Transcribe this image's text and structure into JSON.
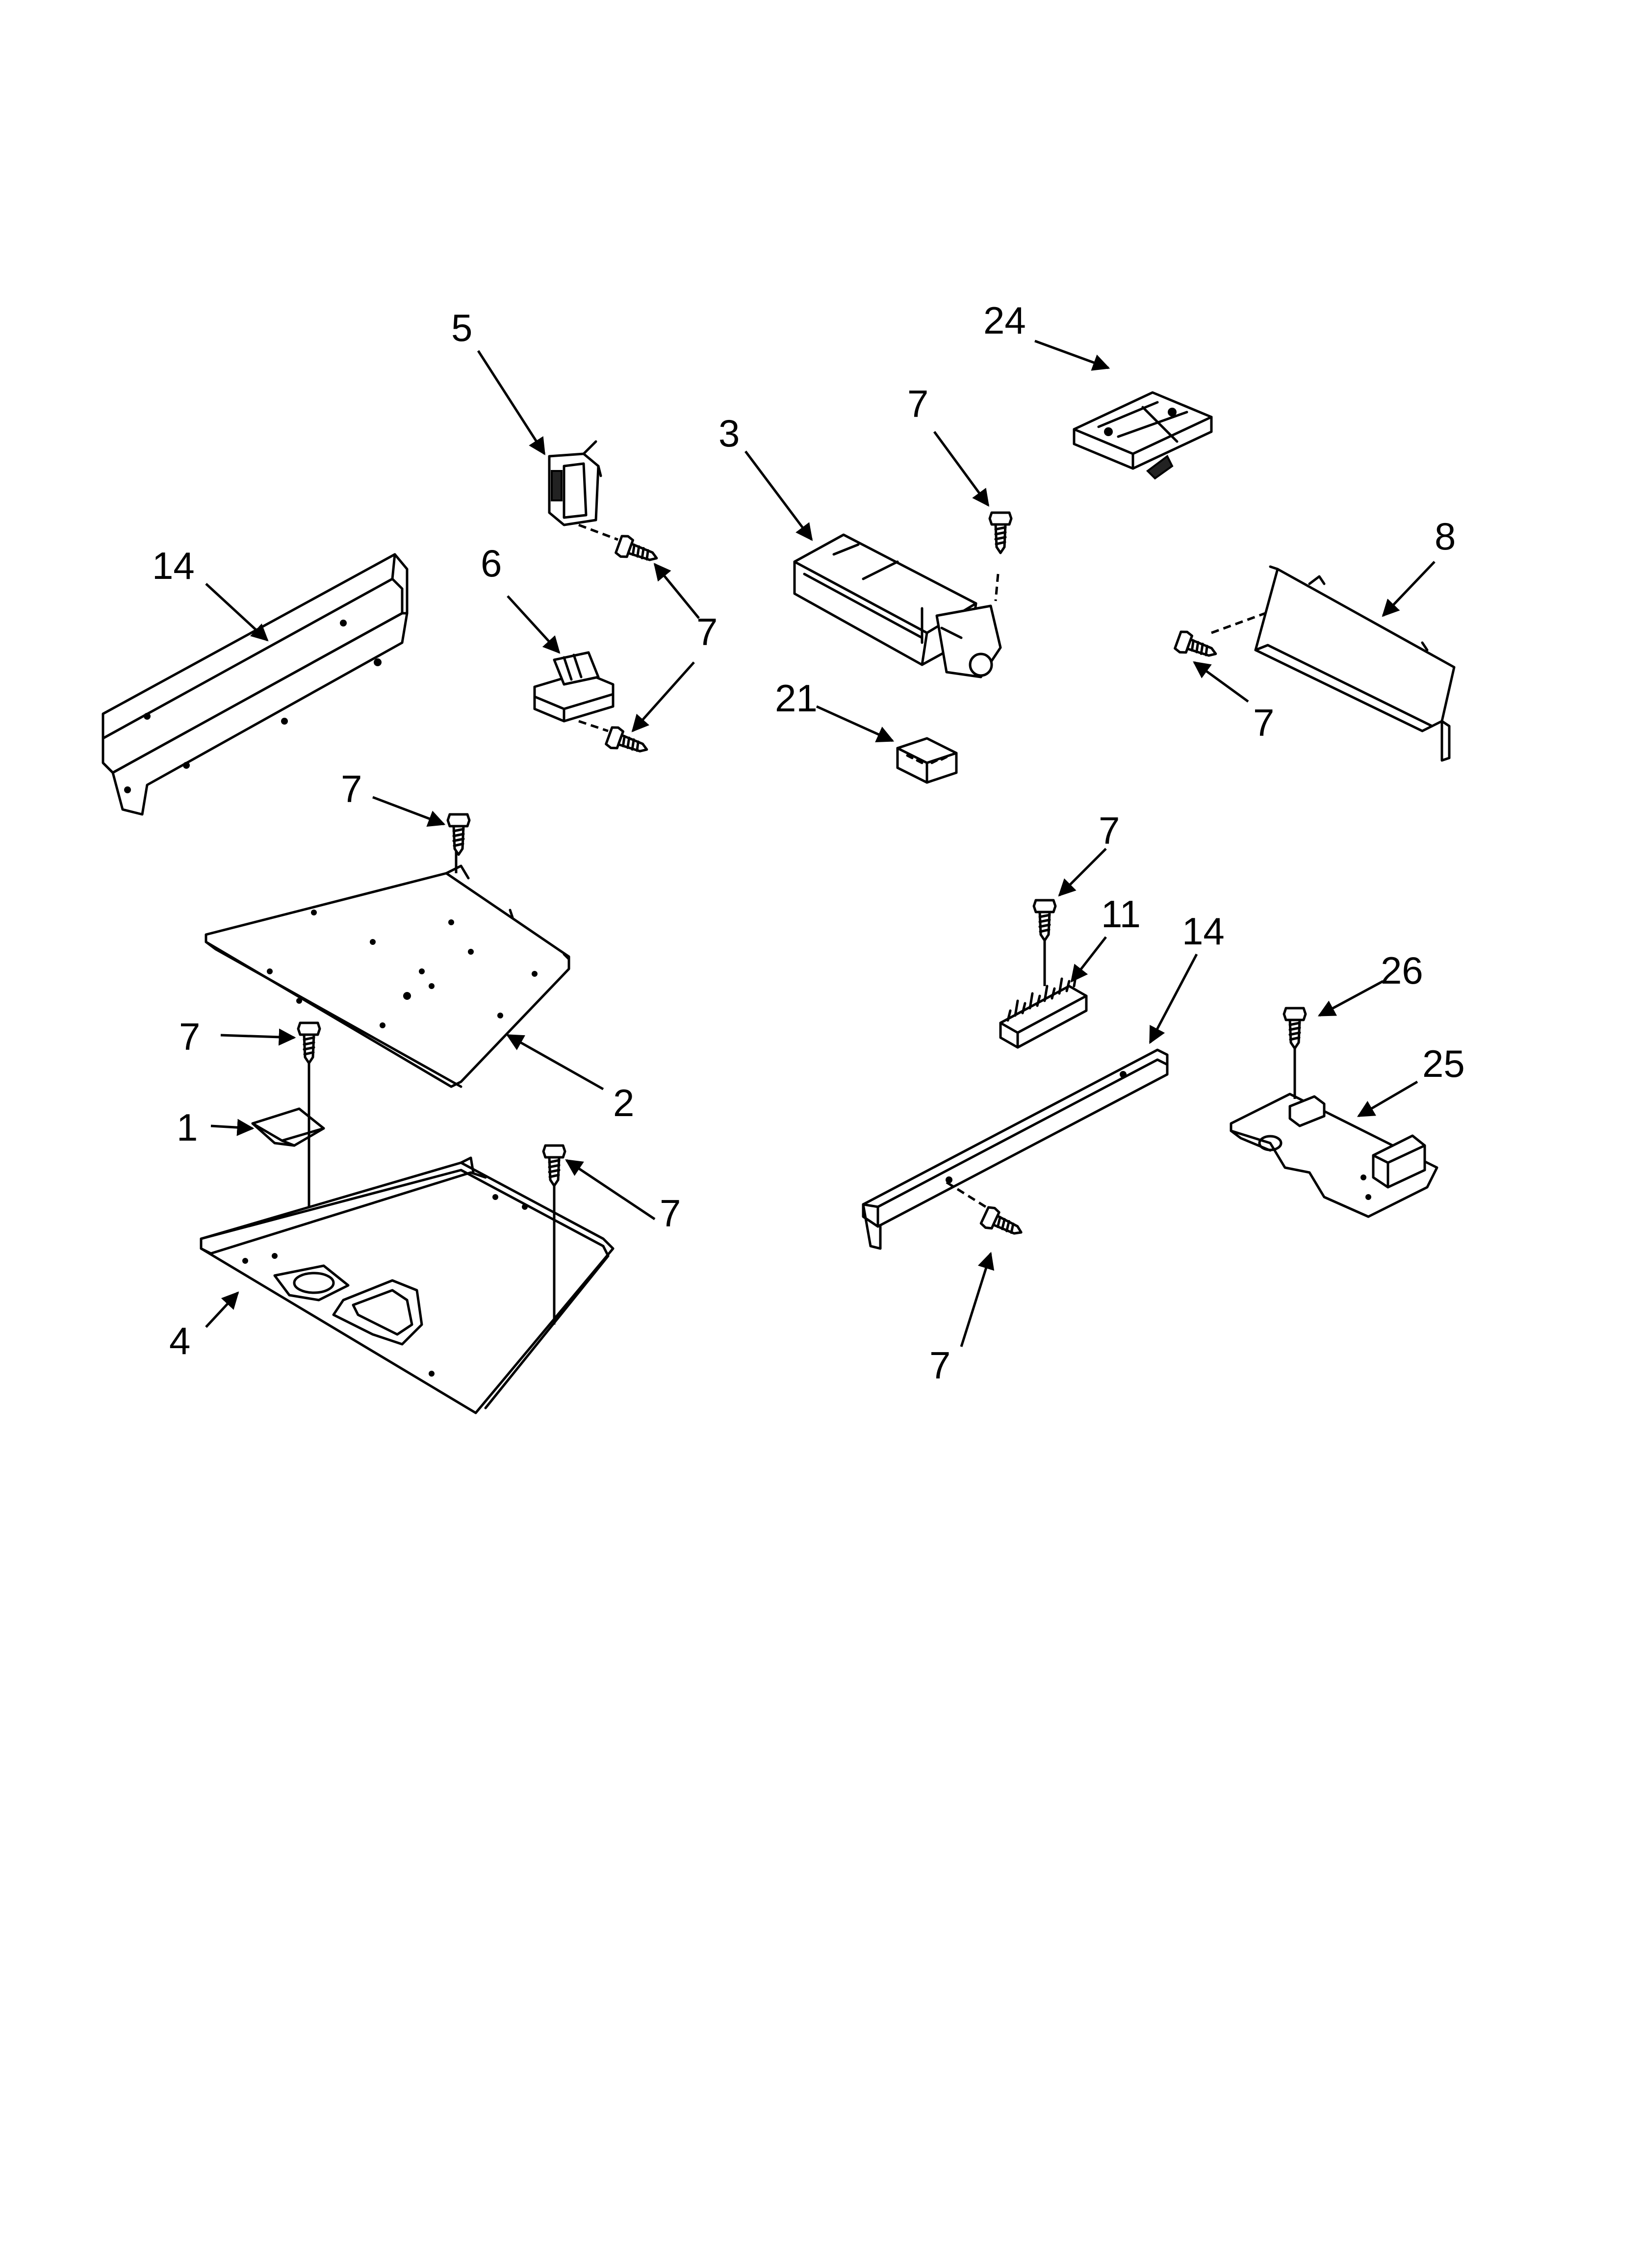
{
  "callouts": [
    {
      "id": "c5",
      "label": "5"
    },
    {
      "id": "c3",
      "label": "3"
    },
    {
      "id": "c24",
      "label": "24"
    },
    {
      "id": "c7a",
      "label": "7"
    },
    {
      "id": "c14a",
      "label": "14"
    },
    {
      "id": "c6",
      "label": "6"
    },
    {
      "id": "c7b",
      "label": "7"
    },
    {
      "id": "c21",
      "label": "21"
    },
    {
      "id": "c8",
      "label": "8"
    },
    {
      "id": "c7c",
      "label": "7"
    },
    {
      "id": "c7d",
      "label": "7"
    },
    {
      "id": "c7e",
      "label": "7"
    },
    {
      "id": "c11",
      "label": "11"
    },
    {
      "id": "c14b",
      "label": "14"
    },
    {
      "id": "c26",
      "label": "26"
    },
    {
      "id": "c25",
      "label": "25"
    },
    {
      "id": "c7f",
      "label": "7"
    },
    {
      "id": "c2",
      "label": "2"
    },
    {
      "id": "c1",
      "label": "1"
    },
    {
      "id": "c7g",
      "label": "7"
    },
    {
      "id": "c4",
      "label": "4"
    },
    {
      "id": "c7h",
      "label": "7"
    }
  ]
}
